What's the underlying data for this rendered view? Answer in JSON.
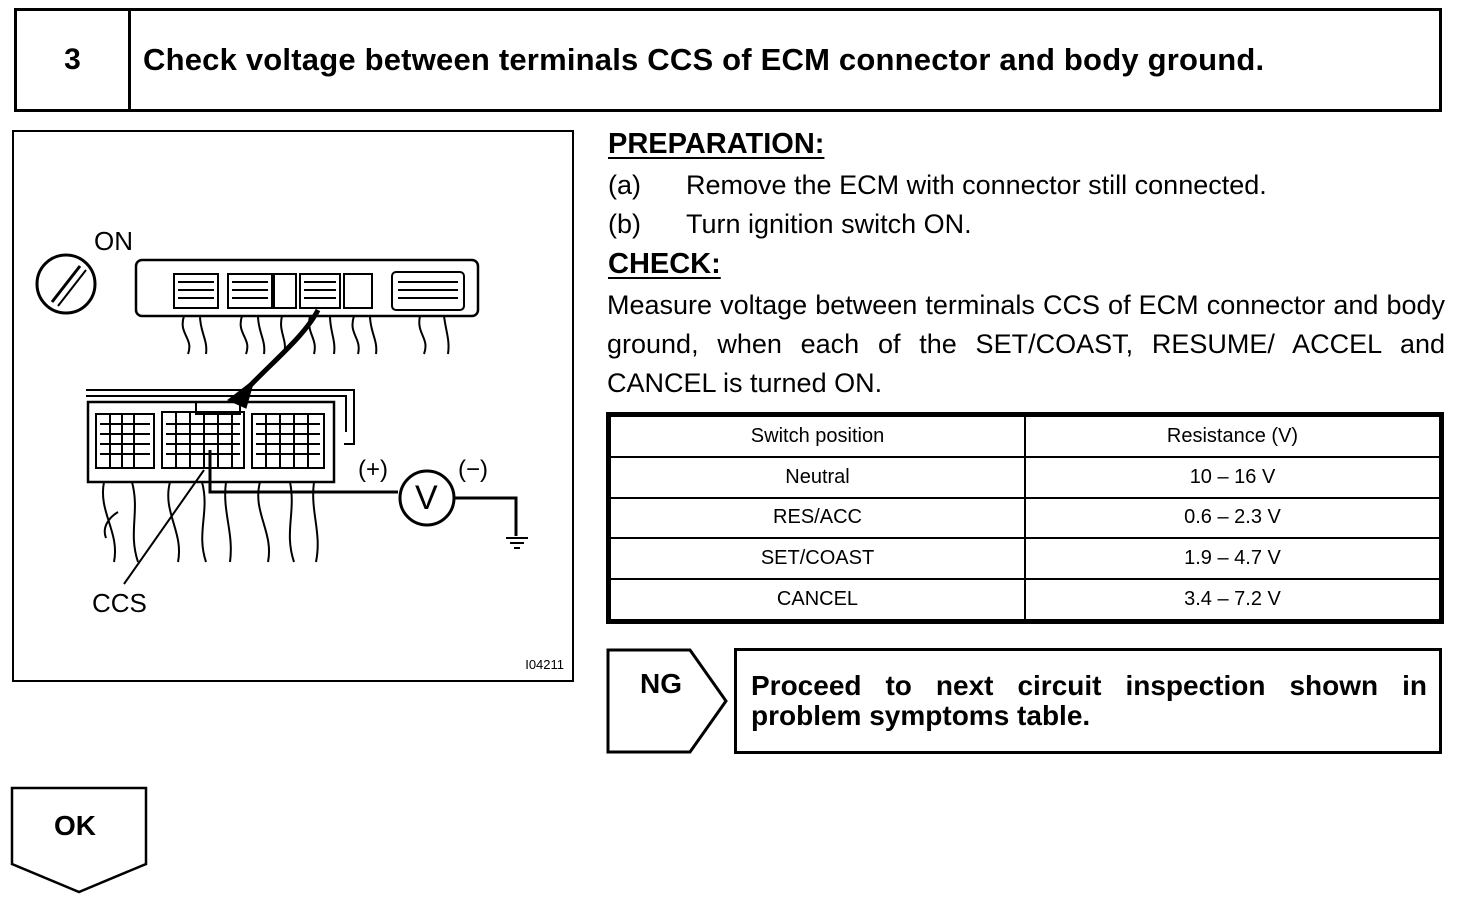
{
  "header": {
    "step_number": "3",
    "title": "Check voltage between terminals CCS of ECM connector and body ground."
  },
  "figure": {
    "ignition_label": "ON",
    "terminal_label": "CCS",
    "plus_label": "(+)",
    "minus_label": "(−)",
    "meter_symbol": "V",
    "figure_id": "I04211"
  },
  "preparation": {
    "heading": "PREPARATION:",
    "items": [
      {
        "key": "(a)",
        "text": "Remove the ECM with connector still connected."
      },
      {
        "key": "(b)",
        "text": "Turn ignition switch ON."
      }
    ]
  },
  "check": {
    "heading": "CHECK:",
    "text": "Measure voltage between terminals CCS of ECM connector and body ground, when each of the SET/COAST, RESUME/ ACCEL and CANCEL  is turned ON."
  },
  "table": {
    "headers": [
      "Switch position",
      "Resistance (V)"
    ],
    "rows": [
      [
        "Neutral",
        "10 – 16 V"
      ],
      [
        "RES/ACC",
        "0.6 – 2.3 V"
      ],
      [
        "SET/COAST",
        "1.9 – 4.7 V"
      ],
      [
        "CANCEL",
        "3.4 – 7.2 V"
      ]
    ]
  },
  "ng": {
    "label": "NG",
    "text": "Proceed to next circuit inspection shown in problem symptoms table."
  },
  "ok": {
    "label": "OK"
  }
}
